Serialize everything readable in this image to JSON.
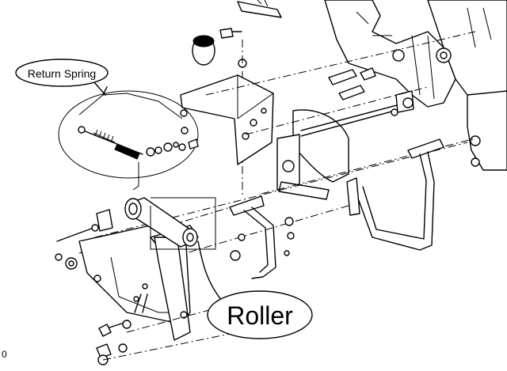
{
  "callouts": {
    "return_spring": "Return Spring",
    "roller": "Roller"
  },
  "page_number": "0"
}
